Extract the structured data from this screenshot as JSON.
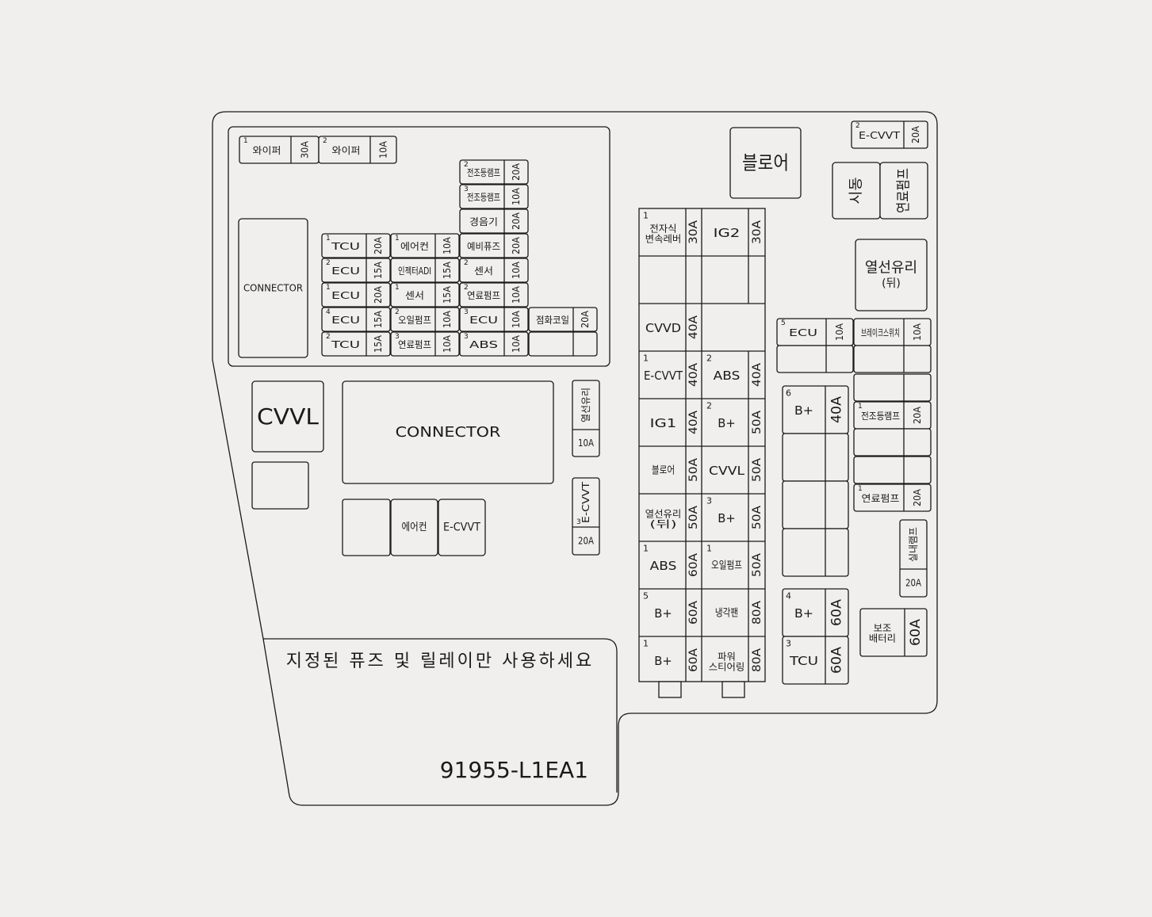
{
  "notice": {
    "warning_text": "지정된 퓨즈 및 릴레이만 사용하세요",
    "part_number": "91955-L1EA1"
  },
  "fuses": [
    {
      "id": "wiper1",
      "num": "1",
      "name": "와이퍼",
      "amp": "30A"
    },
    {
      "id": "wiper2",
      "num": "2",
      "name": "와이퍼",
      "amp": "10A"
    },
    {
      "id": "start-lamp2",
      "num": "2",
      "name": "전조등램프",
      "amp": "20A"
    },
    {
      "id": "start-lamp3",
      "num": "3",
      "name": "전조등램프",
      "amp": "10A"
    },
    {
      "id": "horn",
      "num": "",
      "name": "경음기",
      "amp": "20A"
    },
    {
      "id": "tcu1-top",
      "num": "1",
      "name": "TCU",
      "amp": "20A"
    },
    {
      "id": "aircon1",
      "num": "1",
      "name": "에어컨",
      "amp": "10A"
    },
    {
      "id": "spare-fuse",
      "num": "",
      "name": "예비퓨즈",
      "amp": "20A"
    },
    {
      "id": "ecu2",
      "num": "2",
      "name": "ECU",
      "amp": "15A"
    },
    {
      "id": "injector",
      "num": "",
      "name": "인젝터ADI",
      "amp": "15A"
    },
    {
      "id": "sensor2",
      "num": "2",
      "name": "센서",
      "amp": "10A"
    },
    {
      "id": "ecu1",
      "num": "1",
      "name": "ECU",
      "amp": "20A"
    },
    {
      "id": "sensor1",
      "num": "1",
      "name": "센서",
      "amp": "15A"
    },
    {
      "id": "fuel-pump2",
      "num": "2",
      "name": "연료펌프",
      "amp": "10A"
    },
    {
      "id": "ecu4",
      "num": "4",
      "name": "ECU",
      "amp": "15A"
    },
    {
      "id": "oil-pump2",
      "num": "2",
      "name": "오일펌프",
      "amp": "10A"
    },
    {
      "id": "ecu3",
      "num": "3",
      "name": "ECU",
      "amp": "10A"
    },
    {
      "id": "ignition-coil",
      "num": "",
      "name": "점화코일",
      "amp": "20A"
    },
    {
      "id": "tcu2",
      "num": "2",
      "name": "TCU",
      "amp": "15A"
    },
    {
      "id": "fuel-pump3",
      "num": "3",
      "name": "연료펌프",
      "amp": "10A"
    },
    {
      "id": "abs3",
      "num": "3",
      "name": "ABS",
      "amp": "10A"
    },
    {
      "id": "heated-glass-mid",
      "num": "",
      "name": "열선유리",
      "amp": "10A"
    },
    {
      "id": "ecvvt3",
      "num": "3",
      "name": "E-CVVT",
      "amp": "20A"
    },
    {
      "id": "ecvvt2-top",
      "num": "2",
      "name": "E-CVVT",
      "amp": "20A"
    },
    {
      "id": "ecu5",
      "num": "5",
      "name": "ECU",
      "amp": "10A"
    },
    {
      "id": "brake-switch",
      "num": "",
      "name": "브레이크스위치",
      "amp": "10A"
    },
    {
      "id": "headlamp1",
      "num": "1",
      "name": "전조등램프",
      "amp": "20A"
    },
    {
      "id": "fuel-pump1",
      "num": "1",
      "name": "연료펌프",
      "amp": "20A"
    },
    {
      "id": "interior-lamp",
      "num": "",
      "name": "실내램프",
      "amp": "20A"
    }
  ],
  "big_fuses": [
    {
      "id": "ewp1",
      "num": "1",
      "name": "전자식 변속레버",
      "amp": "30A"
    },
    {
      "id": "ig2",
      "num": "",
      "name": "IG2",
      "amp": "30A"
    },
    {
      "id": "cvvd",
      "num": "",
      "name": "CVVD",
      "amp": "40A"
    },
    {
      "id": "ecvvt1",
      "num": "1",
      "name": "E-CVVT",
      "amp": "40A"
    },
    {
      "id": "abs2",
      "num": "2",
      "name": "ABS",
      "amp": "40A"
    },
    {
      "id": "ig1",
      "num": "",
      "name": "IG1",
      "amp": "40A"
    },
    {
      "id": "bplus2",
      "num": "2",
      "name": "B+",
      "amp": "50A"
    },
    {
      "id": "blower-fuse",
      "num": "",
      "name": "블로어",
      "amp": "50A"
    },
    {
      "id": "cvvl-fuse",
      "num": "",
      "name": "CVVL",
      "amp": "50A"
    },
    {
      "id": "heated-rear",
      "num": "",
      "name": "열선유리 (뒤)",
      "amp": "50A"
    },
    {
      "id": "bplus3",
      "num": "3",
      "name": "B+",
      "amp": "50A"
    },
    {
      "id": "abs1",
      "num": "1",
      "name": "ABS",
      "amp": "60A"
    },
    {
      "id": "oil-pump1",
      "num": "1",
      "name": "오일펌프",
      "amp": "50A"
    },
    {
      "id": "bplus5",
      "num": "5",
      "name": "B+",
      "amp": "60A"
    },
    {
      "id": "cooling-fan",
      "num": "",
      "name": "냉각팬",
      "amp": "80A"
    },
    {
      "id": "bplus1",
      "num": "1",
      "name": "B+",
      "amp": "60A"
    },
    {
      "id": "power-steering",
      "num": "",
      "name": "파워 스티어링",
      "amp": "80A"
    },
    {
      "id": "bplus6",
      "num": "6",
      "name": "B+",
      "amp": "40A"
    },
    {
      "id": "bplus4",
      "num": "4",
      "name": "B+",
      "amp": "60A"
    },
    {
      "id": "tcu3",
      "num": "3",
      "name": "TCU",
      "amp": "60A"
    },
    {
      "id": "aux-battery",
      "num": "",
      "name": "보조 배터리",
      "amp": "60A"
    }
  ],
  "relays": [
    {
      "id": "connector-small",
      "name": "CONNECTOR"
    },
    {
      "id": "cvvl-relay",
      "name": "CVVL"
    },
    {
      "id": "connector-main",
      "name": "CONNECTOR"
    },
    {
      "id": "aircon-relay",
      "name": "에어컨"
    },
    {
      "id": "ecvvt-relay",
      "name": "E-CVVT"
    },
    {
      "id": "blower-relay",
      "name": "블로어"
    },
    {
      "id": "start-relay",
      "name": "시동"
    },
    {
      "id": "fuel-pump-relay",
      "name": "연료펌프"
    },
    {
      "id": "heated-rear-relay",
      "name": "열선유리 (뒤)"
    }
  ]
}
